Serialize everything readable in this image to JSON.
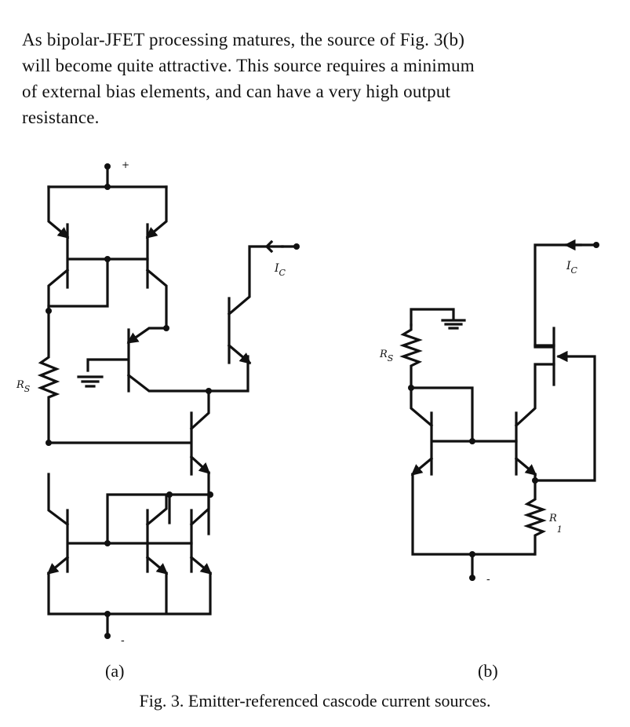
{
  "paragraph": {
    "lines": [
      "As bipolar-JFET processing matures, the source of Fig. 3(b)",
      "will become quite attractive. This source requires a minimum",
      "of external bias elements, and can have a very high output",
      "resistance."
    ]
  },
  "figure": {
    "a": {
      "plus_label": "+",
      "minus_label": "-",
      "rs_label": "R",
      "rs_sub": "S",
      "ic_label": "I",
      "ic_sub": "C",
      "sublabel": "(a)"
    },
    "b": {
      "rs_label": "R",
      "rs_sub": "S",
      "r1_label": "R",
      "r1_sub": "1",
      "ic_label": "I",
      "ic_sub": "C",
      "minus_label": "-",
      "sublabel": "(b)"
    },
    "caption": "Fig. 3.   Emitter-referenced cascode current sources."
  }
}
